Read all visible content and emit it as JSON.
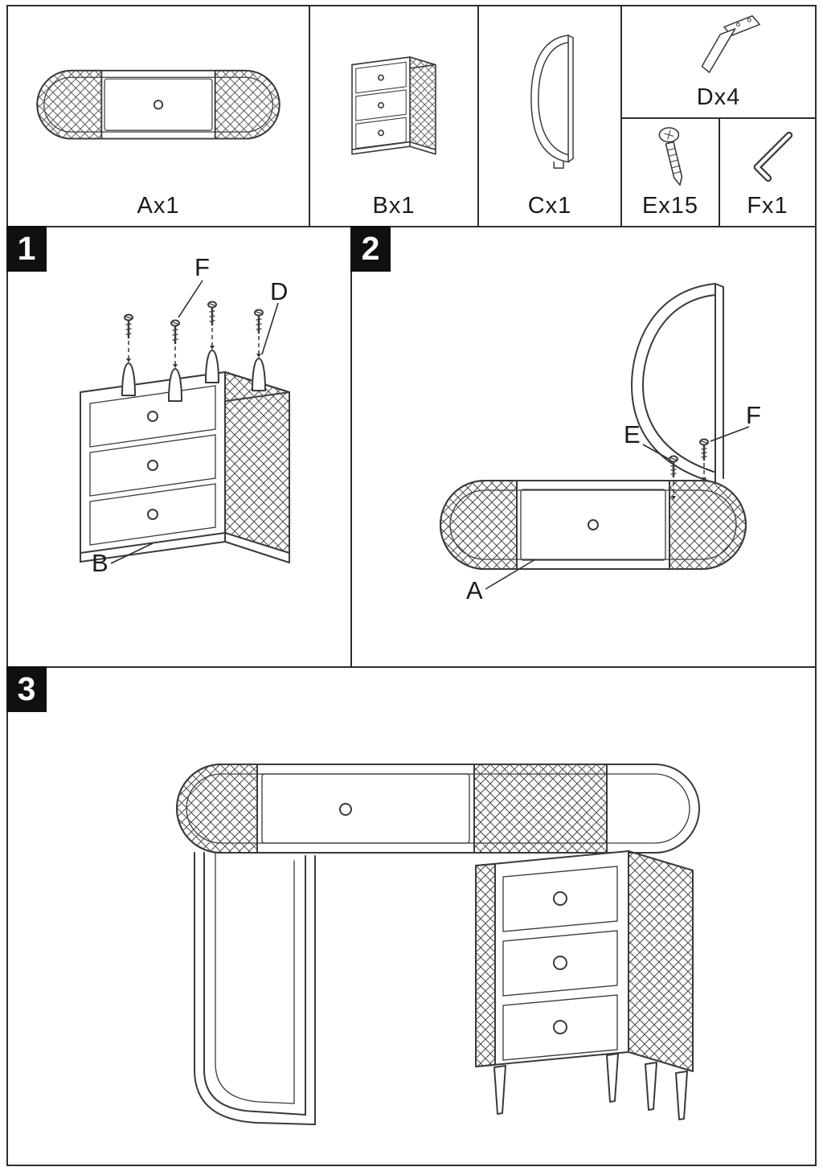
{
  "parts": {
    "a": "Ax1",
    "b": "Bx1",
    "c": "Cx1",
    "d": "Dx4",
    "e": "Ex15",
    "f": "Fx1"
  },
  "steps": {
    "one": {
      "number": "1",
      "callouts": {
        "f": "F",
        "d": "D",
        "b": "B"
      }
    },
    "two": {
      "number": "2",
      "callouts": {
        "e": "E",
        "f": "F",
        "a": "A"
      }
    },
    "three": {
      "number": "3"
    }
  },
  "colors": {
    "line": "#3a3a3a",
    "badge_bg": "#101010",
    "badge_text": "#ffffff",
    "panel_border": "#2e2e2e"
  }
}
